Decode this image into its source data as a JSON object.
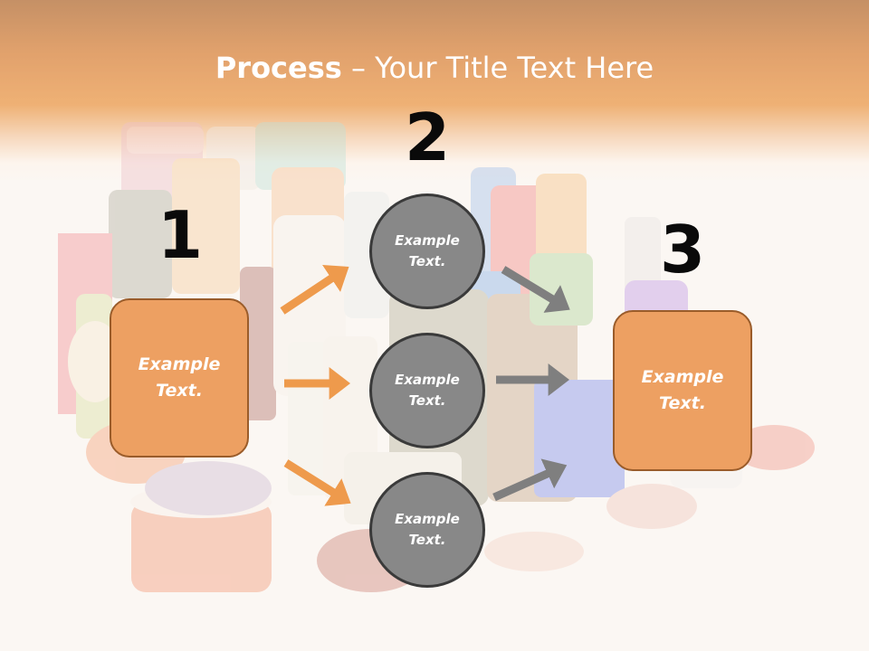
{
  "title": {
    "strong": "Process",
    "rest": " – Your Title Text Here"
  },
  "steps": [
    {
      "number": "1",
      "label": "Example\nText."
    },
    {
      "number": "2",
      "items": [
        {
          "label": "Example\nText."
        },
        {
          "label": "Example\nText."
        },
        {
          "label": "Example\nText."
        }
      ]
    },
    {
      "number": "3",
      "label": "Example\nText."
    }
  ],
  "colors": {
    "header": "#e88c33",
    "box_fill": "#eda062",
    "box_border": "#9a5c2a",
    "circle_fill": "#888888",
    "circle_border": "#3a3a3a",
    "arrow_orange": "#ee9a4c",
    "arrow_gray": "#7f7f7f"
  }
}
